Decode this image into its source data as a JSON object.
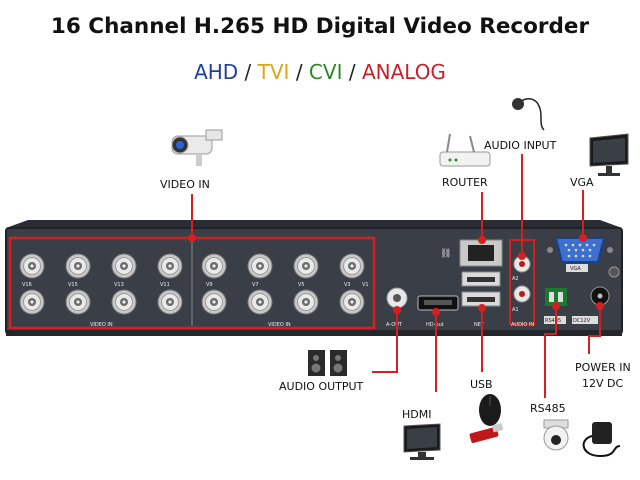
{
  "title": "16 Channel H.265 HD Digital Video Recorder",
  "formats": {
    "ahd": "AHD",
    "tvi": "TVI",
    "cvi": "CVI",
    "analog": "ANALOG",
    "separator": "/",
    "colors": {
      "ahd": "#1f3fa0",
      "tvi": "#e0a418",
      "cvi": "#2a8a2a",
      "analog": "#c8202a",
      "separator": "#222222"
    }
  },
  "callouts": {
    "video_in": "VIDEO IN",
    "router": "ROUTER",
    "audio_input": "AUDIO INPUT",
    "vga": "VGA",
    "audio_output": "AUDIO OUTPUT",
    "hdmi": "HDMI",
    "usb": "USB",
    "rs485": "RS485",
    "power_in": "POWER IN",
    "power_spec": "12V DC"
  },
  "panel": {
    "video_in_label_1": "VIDEO IN",
    "video_in_label_2": "VIDEO IN",
    "top_row_channels": [
      "V16",
      "V15",
      "V13",
      "V11",
      "V9",
      "V7",
      "V5",
      "V3",
      "V1"
    ],
    "a_out": "A-OUT",
    "hd_out": "HD-out",
    "net": "NET",
    "audio_in": "AUDIO IN",
    "vga": "VGA",
    "rs485": "RS485",
    "dc12v": "DC12V",
    "a2": "A2",
    "a1": "A1"
  },
  "colors": {
    "highlight": "#d62020",
    "panel": "#3a3f47",
    "panel_edge": "#1f2328"
  }
}
